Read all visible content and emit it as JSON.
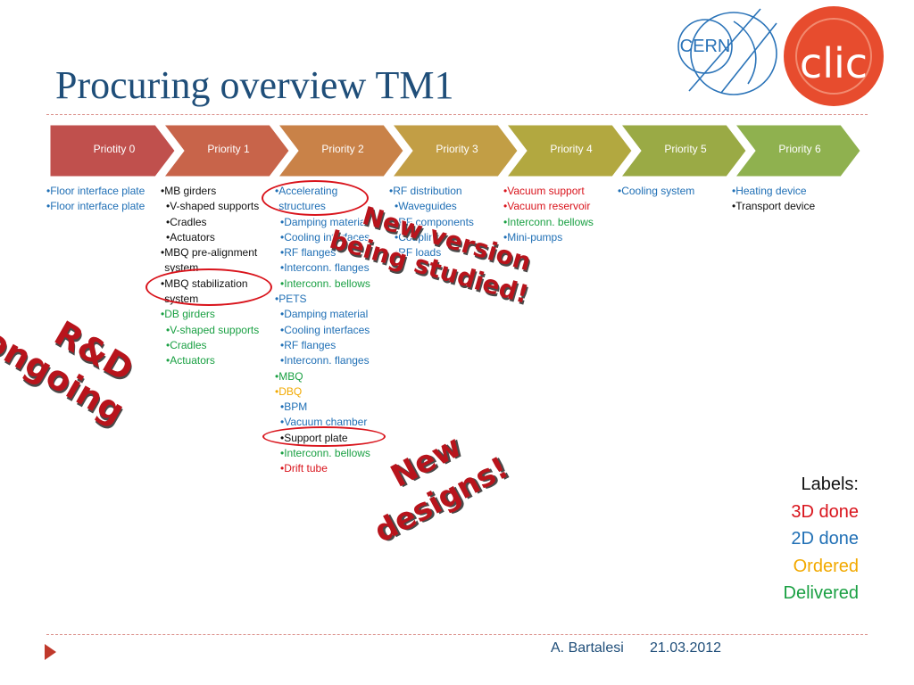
{
  "title": "Procuring overview TM1",
  "logos": {
    "cern": "CERN",
    "clic": "clic"
  },
  "priorities": [
    {
      "label": "Priotity 0",
      "color": "#c0504d"
    },
    {
      "label": "Priority 1",
      "color": "#c8644a"
    },
    {
      "label": "Priority 2",
      "color": "#c98248"
    },
    {
      "label": "Priority 3",
      "color": "#c29e45"
    },
    {
      "label": "Priority 4",
      "color": "#b2a840"
    },
    {
      "label": "Priority 5",
      "color": "#9aaa45"
    },
    {
      "label": "Priority 6",
      "color": "#8fb14f"
    }
  ],
  "columns": [
    [
      {
        "text": "Floor interface plate",
        "status": "2D done"
      },
      {
        "text": "Floor interface plate",
        "status": "2D done"
      }
    ],
    [
      {
        "text": "MB girders",
        "status": "none"
      },
      {
        "text": "V-shaped supports",
        "status": "none",
        "sub": true
      },
      {
        "text": "Cradles",
        "status": "none",
        "sub": true
      },
      {
        "text": "Actuators",
        "status": "none",
        "sub": true
      },
      {
        "text": "MBQ pre-alignment system",
        "status": "none"
      },
      {
        "text": "MBQ stabilization system",
        "status": "none"
      },
      {
        "text": "DB girders",
        "status": "Delivered"
      },
      {
        "text": "V-shaped supports",
        "status": "Delivered",
        "sub": true
      },
      {
        "text": "Cradles",
        "status": "Delivered",
        "sub": true
      },
      {
        "text": "Actuators",
        "status": "Delivered",
        "sub": true
      }
    ],
    [
      {
        "text": "Accelerating structures",
        "status": "2D done"
      },
      {
        "text": "Damping material",
        "status": "2D done",
        "sub": true
      },
      {
        "text": "Cooling interfaces",
        "status": "2D done",
        "sub": true
      },
      {
        "text": "RF flanges",
        "status": "2D done",
        "sub": true
      },
      {
        "text": "Interconn. flanges",
        "status": "2D done",
        "sub": true
      },
      {
        "text": "Interconn. bellows",
        "status": "Delivered",
        "sub": true
      },
      {
        "text": "PETS",
        "status": "2D done"
      },
      {
        "text": "Damping material",
        "status": "2D done",
        "sub": true
      },
      {
        "text": "Cooling interfaces",
        "status": "2D done",
        "sub": true
      },
      {
        "text": "RF flanges",
        "status": "2D done",
        "sub": true
      },
      {
        "text": "Interconn. flanges",
        "status": "2D done",
        "sub": true
      },
      {
        "text": "MBQ",
        "status": "Delivered"
      },
      {
        "text": "DBQ",
        "status": "Ordered"
      },
      {
        "text": "BPM",
        "status": "2D done",
        "sub": true
      },
      {
        "text": "Vacuum chamber",
        "status": "2D done",
        "sub": true
      },
      {
        "text": "Support plate",
        "status": "none",
        "sub": true
      },
      {
        "text": "Interconn. bellows",
        "status": "Delivered",
        "sub": true
      },
      {
        "text": "Drift tube",
        "status": "3D done",
        "sub": true
      }
    ],
    [
      {
        "text": "RF distribution",
        "status": "2D done"
      },
      {
        "text": "Waveguides",
        "status": "2D done",
        "sub": true
      },
      {
        "text": "RF components",
        "status": "2D done",
        "sub": true
      },
      {
        "text": "Coupling",
        "status": "2D done",
        "sub": true
      },
      {
        "text": "RF loads",
        "status": "2D done",
        "sub": true
      }
    ],
    [
      {
        "text": "Vacuum support",
        "status": "3D done"
      },
      {
        "text": "Vacuum reservoir",
        "status": "3D done"
      },
      {
        "text": "Interconn. bellows",
        "status": "Delivered"
      },
      {
        "text": "Mini-pumps",
        "status": "2D done"
      }
    ],
    [
      {
        "text": "Cooling   system",
        "status": "2D done"
      }
    ],
    [
      {
        "text": "Heating device",
        "status": "2D done"
      },
      {
        "text": "Transport device",
        "status": "none"
      }
    ]
  ],
  "annotations": {
    "rnd": [
      "R&D",
      "ongoing"
    ],
    "new_version": [
      "New version",
      "being studied!"
    ],
    "new_designs": [
      "New",
      "designs!"
    ]
  },
  "legend": {
    "title": "Labels:",
    "items": [
      {
        "text": "3D done",
        "color": "#d9141c"
      },
      {
        "text": "2D done",
        "color": "#1f6fb5"
      },
      {
        "text": "Ordered",
        "color": "#f2a900"
      },
      {
        "text": "Delivered",
        "color": "#1aa043"
      }
    ]
  },
  "footer": {
    "author": "A. Bartalesi",
    "date": "21.03.2012"
  },
  "bullet": "•",
  "colors": {
    "title": "#1f4e79",
    "accent_red": "#d9141c",
    "rule": "#d98b86"
  }
}
